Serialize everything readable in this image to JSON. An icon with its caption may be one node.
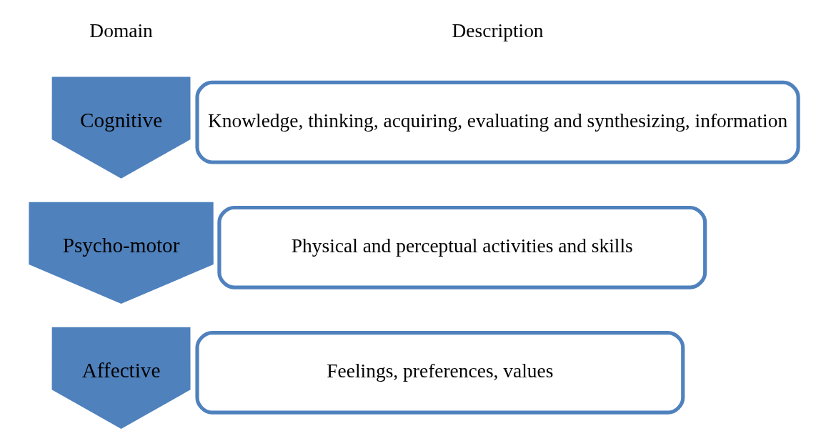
{
  "diagram": {
    "nodes": [
      {
        "text": [
          "Cognitive"
        ]
      },
      {
        "text": [
          "Knowledge, thinking, acquiring, evaluating and synthesizing, information"
        ]
      },
      {
        "text": [
          "Psycho-motor"
        ]
      },
      {
        "text": [
          "Physical and perceptual activities and skills"
        ]
      },
      {
        "text": [
          "Affective"
        ]
      },
      {
        "text": [
          "Feelings, preferences, values"
        ]
      }
    ],
    "edges": [],
    "labels": [
      "Domain",
      "Description"
    ]
  }
}
